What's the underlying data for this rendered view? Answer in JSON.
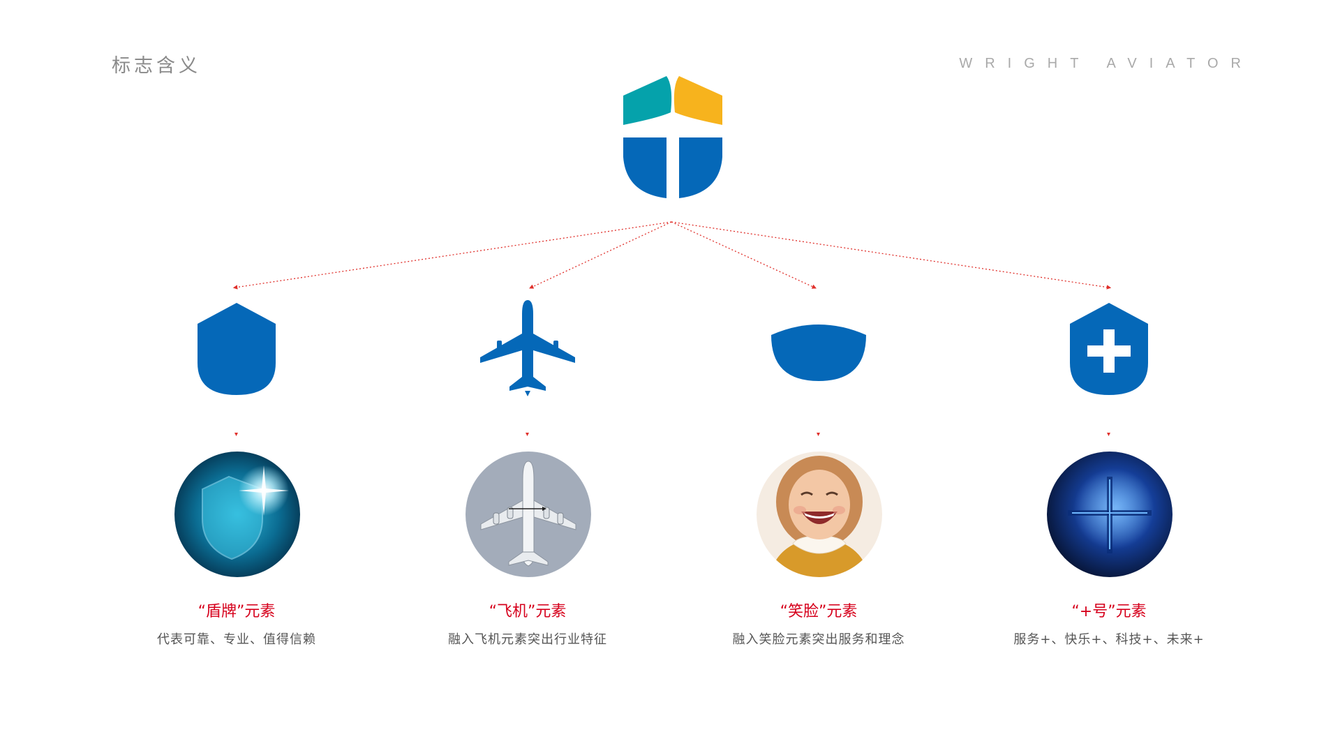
{
  "header": {
    "title": "标志含义",
    "brand": "WRIGHT AVIATOR"
  },
  "colors": {
    "primary_blue": "#0568b8",
    "teal": "#05a2ab",
    "yellow": "#f7b31d",
    "accent_red": "#d6001c",
    "connector_red": "#e0302b"
  },
  "logo": {
    "icon": "shield-airplane-logo-icon"
  },
  "elements": [
    {
      "icon": "shield-icon",
      "photo": "glowing-shield-photo",
      "title": "“盾牌”元素",
      "description": "代表可靠、专业、值得信赖"
    },
    {
      "icon": "airplane-icon",
      "photo": "airplane-top-view-photo",
      "title": "“飞机”元素",
      "description": "融入飞机元素突出行业特征"
    },
    {
      "icon": "smile-icon",
      "photo": "smiling-girl-photo",
      "title": "“笑脸”元素",
      "description": "融入笑脸元素突出服务和理念"
    },
    {
      "icon": "shield-plus-icon",
      "photo": "blue-plus-photo",
      "title": "“+号”元素",
      "description": "服务+、快乐+、科技+、未来+"
    }
  ]
}
